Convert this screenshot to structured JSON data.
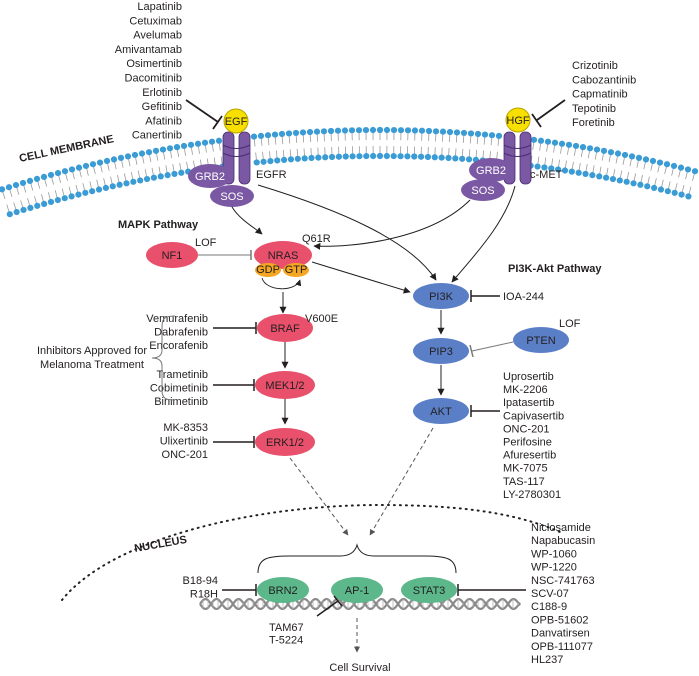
{
  "labels": {
    "cell_membrane": "CELL MEMBRANE",
    "nucleus": "NUCLEUS",
    "mapk_pathway": "MAPK Pathway",
    "pi3k_pathway": "PI3K-Akt Pathway",
    "inhibitors_note_line1": "Inhibitors Approved for",
    "inhibitors_note_line2": "Melanoma Treatment",
    "cell_survival": "Cell Survival"
  },
  "receptors": {
    "egf": "EGF",
    "hgf": "HGF",
    "egfr": "EGFR",
    "cmet": "c-MET"
  },
  "nodes": {
    "grb2_left": "GRB2",
    "sos_left": "SOS",
    "grb2_right": "GRB2",
    "sos_right": "SOS",
    "nf1": "NF1",
    "nras": "NRAS",
    "gdp": "GDP",
    "gtp": "GTP",
    "braf": "BRAF",
    "mek": "MEK1/2",
    "erk": "ERK1/2",
    "pi3k": "PI3K",
    "pten": "PTEN",
    "pip3": "PIP3",
    "akt": "AKT",
    "brn2": "BRN2",
    "ap1": "AP-1",
    "stat3": "STAT3"
  },
  "mutations": {
    "nf1_lof": "LOF",
    "nras_q61r": "Q61R",
    "braf_v600e": "V600E",
    "pten_lof": "LOF"
  },
  "inhibitors": {
    "egfr": [
      "Lapatinib",
      "Cetuximab",
      "Avelumab",
      "Amivantamab",
      "Osimertinib",
      "Dacomitinib",
      "Erlotinib",
      "Gefitinib",
      "Afatinib",
      "Canertinib"
    ],
    "cmet": [
      "Crizotinib",
      "Cabozantinib",
      "Capmatinib",
      "Tepotinib",
      "Foretinib"
    ],
    "braf": [
      "Vemurafenib",
      "Dabrafenib",
      "Encorafenib"
    ],
    "mek": [
      "Trametinib",
      "Cobimetinib",
      "Binimetinib"
    ],
    "erk": [
      "MK-8353",
      "Ulixertinib",
      "ONC-201"
    ],
    "pi3k": [
      "IOA-244"
    ],
    "akt": [
      "Uprosertib",
      "MK-2206",
      "Ipatasertib",
      "Capivasertib",
      "ONC-201",
      "Perifosine",
      "Afuresertib",
      "MK-7075",
      "TAS-117",
      "LY-2780301"
    ],
    "brn2": [
      "B18-94",
      "R18H"
    ],
    "ap1": [
      "TAM67",
      "T-5224"
    ],
    "stat3": [
      "Niclosamide",
      "Napabucasin",
      "WP-1060",
      "WP-1220",
      "NSC-741763",
      "SCV-07",
      "C188-9",
      "OPB-51602",
      "Danvatirsen",
      "OPB-111077",
      "HL237"
    ]
  },
  "colors": {
    "mapk_node": "#e8506b",
    "pi3k_node": "#5b7fc7",
    "nucleus_node": "#5cb88a",
    "adaptor": "#7b58a3",
    "ligand": "#f7e000",
    "nucleotide": "#f5a623",
    "membrane_head": "#3a9bd5"
  }
}
